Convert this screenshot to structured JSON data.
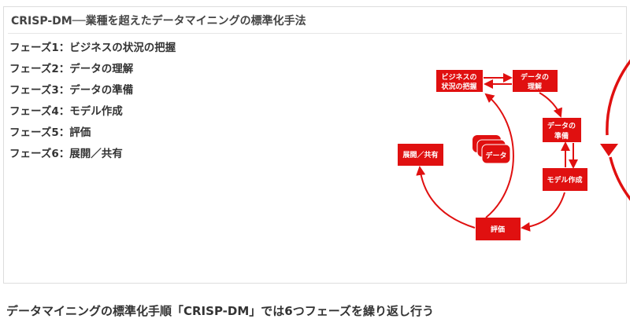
{
  "title": "CRISP-DM──業種を超えたデータマイニングの標準化手法",
  "phases": [
    "フェーズ1：ビジネスの状況の把握",
    "フェーズ2：データの理解",
    "フェーズ3：データの準備",
    "フェーズ4：モデル作成",
    "フェーズ5：評価",
    "フェーズ6：展開／共有"
  ],
  "diagram": {
    "business_l1": "ビジネスの",
    "business_l2": "状況の把握",
    "understand_l1": "データの",
    "understand_l2": "理解",
    "prepare_l1": "データの",
    "prepare_l2": "準備",
    "model": "モデル作成",
    "evaluate": "評価",
    "deploy": "展開／共有",
    "data": "データ",
    "color": "#e01010"
  },
  "caption": "データマイニングの標準化手順「CRISP-DM」では6つフェーズを繰り返し行う"
}
